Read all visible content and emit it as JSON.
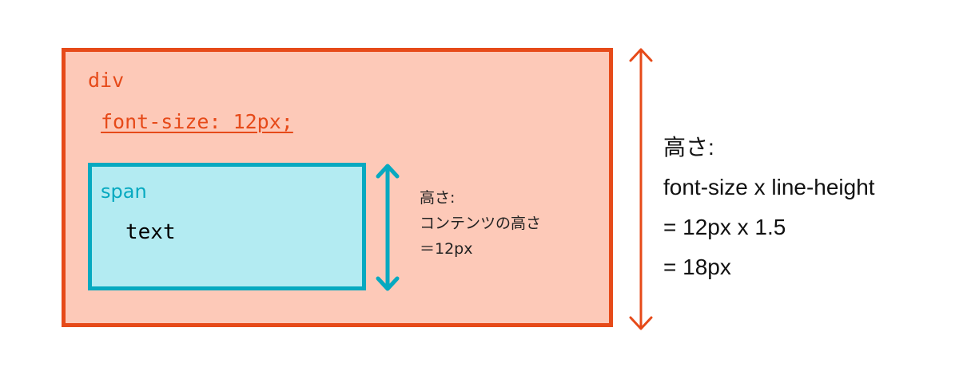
{
  "colors": {
    "outer_fill": "#fdc9b8",
    "outer_border": "#e64a19",
    "inner_fill": "#b3ebf2",
    "inner_border": "#06a9c0",
    "background": "#ffffff"
  },
  "outer_box": {
    "label": "div",
    "style": "font-size: 12px;"
  },
  "inner_box": {
    "label": "span",
    "content": "text"
  },
  "inner_annotation": {
    "lines": [
      "高さ:",
      "コンテンツの高さ",
      "＝12px"
    ]
  },
  "outer_annotation": {
    "lines": [
      "高さ:",
      "font-size x line-height",
      "= 12px x 1.5",
      "= 18px"
    ]
  },
  "icons": {
    "inner_arrow": "double-headed-vertical-arrow",
    "outer_arrow": "double-headed-vertical-arrow"
  }
}
